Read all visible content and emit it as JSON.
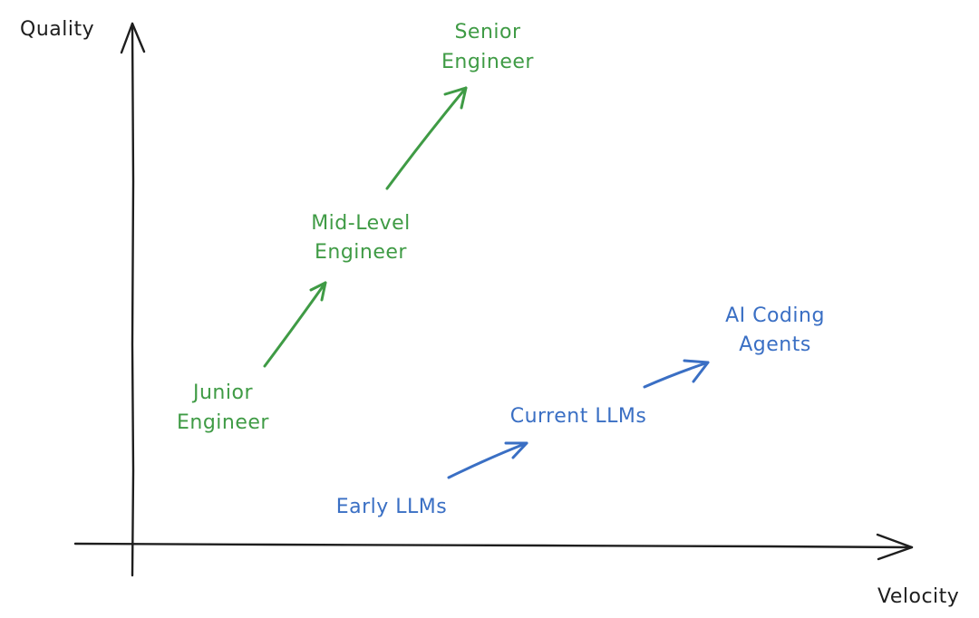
{
  "axes": {
    "y_label": "Quality",
    "x_label": "Velocity"
  },
  "colors": {
    "axis": "#1e1e1e",
    "human_track": "#3f9b45",
    "ai_track": "#3a6fc4"
  },
  "human_track": {
    "junior": {
      "line1": "Junior",
      "line2": "Engineer"
    },
    "mid": {
      "line1": "Mid-Level",
      "line2": "Engineer"
    },
    "senior": {
      "line1": "Senior",
      "line2": "Engineer"
    }
  },
  "ai_track": {
    "early": {
      "line1": "Early LLMs"
    },
    "current": {
      "line1": "Current LLMs"
    },
    "agents": {
      "line1": "AI Coding",
      "line2": "Agents"
    }
  }
}
